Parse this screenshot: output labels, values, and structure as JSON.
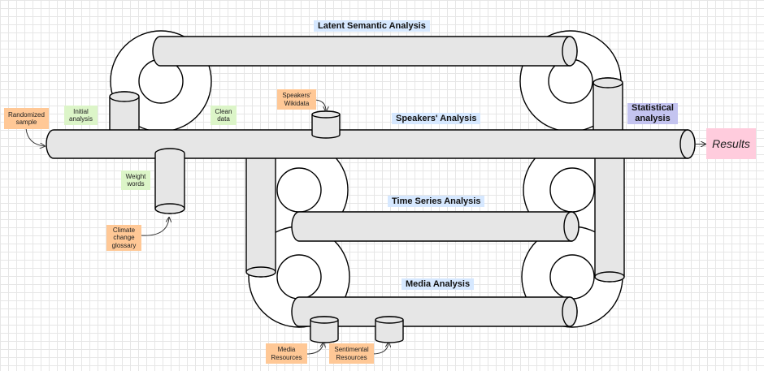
{
  "titles": {
    "latent": "Latent Semantic Analysis",
    "speakers": "Speakers' Analysis",
    "time_series": "Time Series Analysis",
    "media": "Media Analysis"
  },
  "labels": {
    "randomized_sample": "Randomized\nsample",
    "initial_analysis": "Initial\nanalysis",
    "clean_data": "Clean\ndata",
    "speakers_wikidata": "Speakers'\nWikidata",
    "statistical_analysis": "Statistical\nanalysis",
    "results": "Results",
    "weight_words": "Weight\nwords",
    "climate_glossary": "Climate\nchange\nglossary",
    "media_resources": "Media\nResources",
    "sentimental_resources": "Sentimental\nResources"
  },
  "colors": {
    "pipe_fill": "#e6e6e6",
    "title_bg": "#d6e8ff",
    "source_bg": "#ffc896",
    "process_bg": "#dcf5c8",
    "stat_bg": "#c4c4f0",
    "results_bg": "#ffccdd"
  }
}
